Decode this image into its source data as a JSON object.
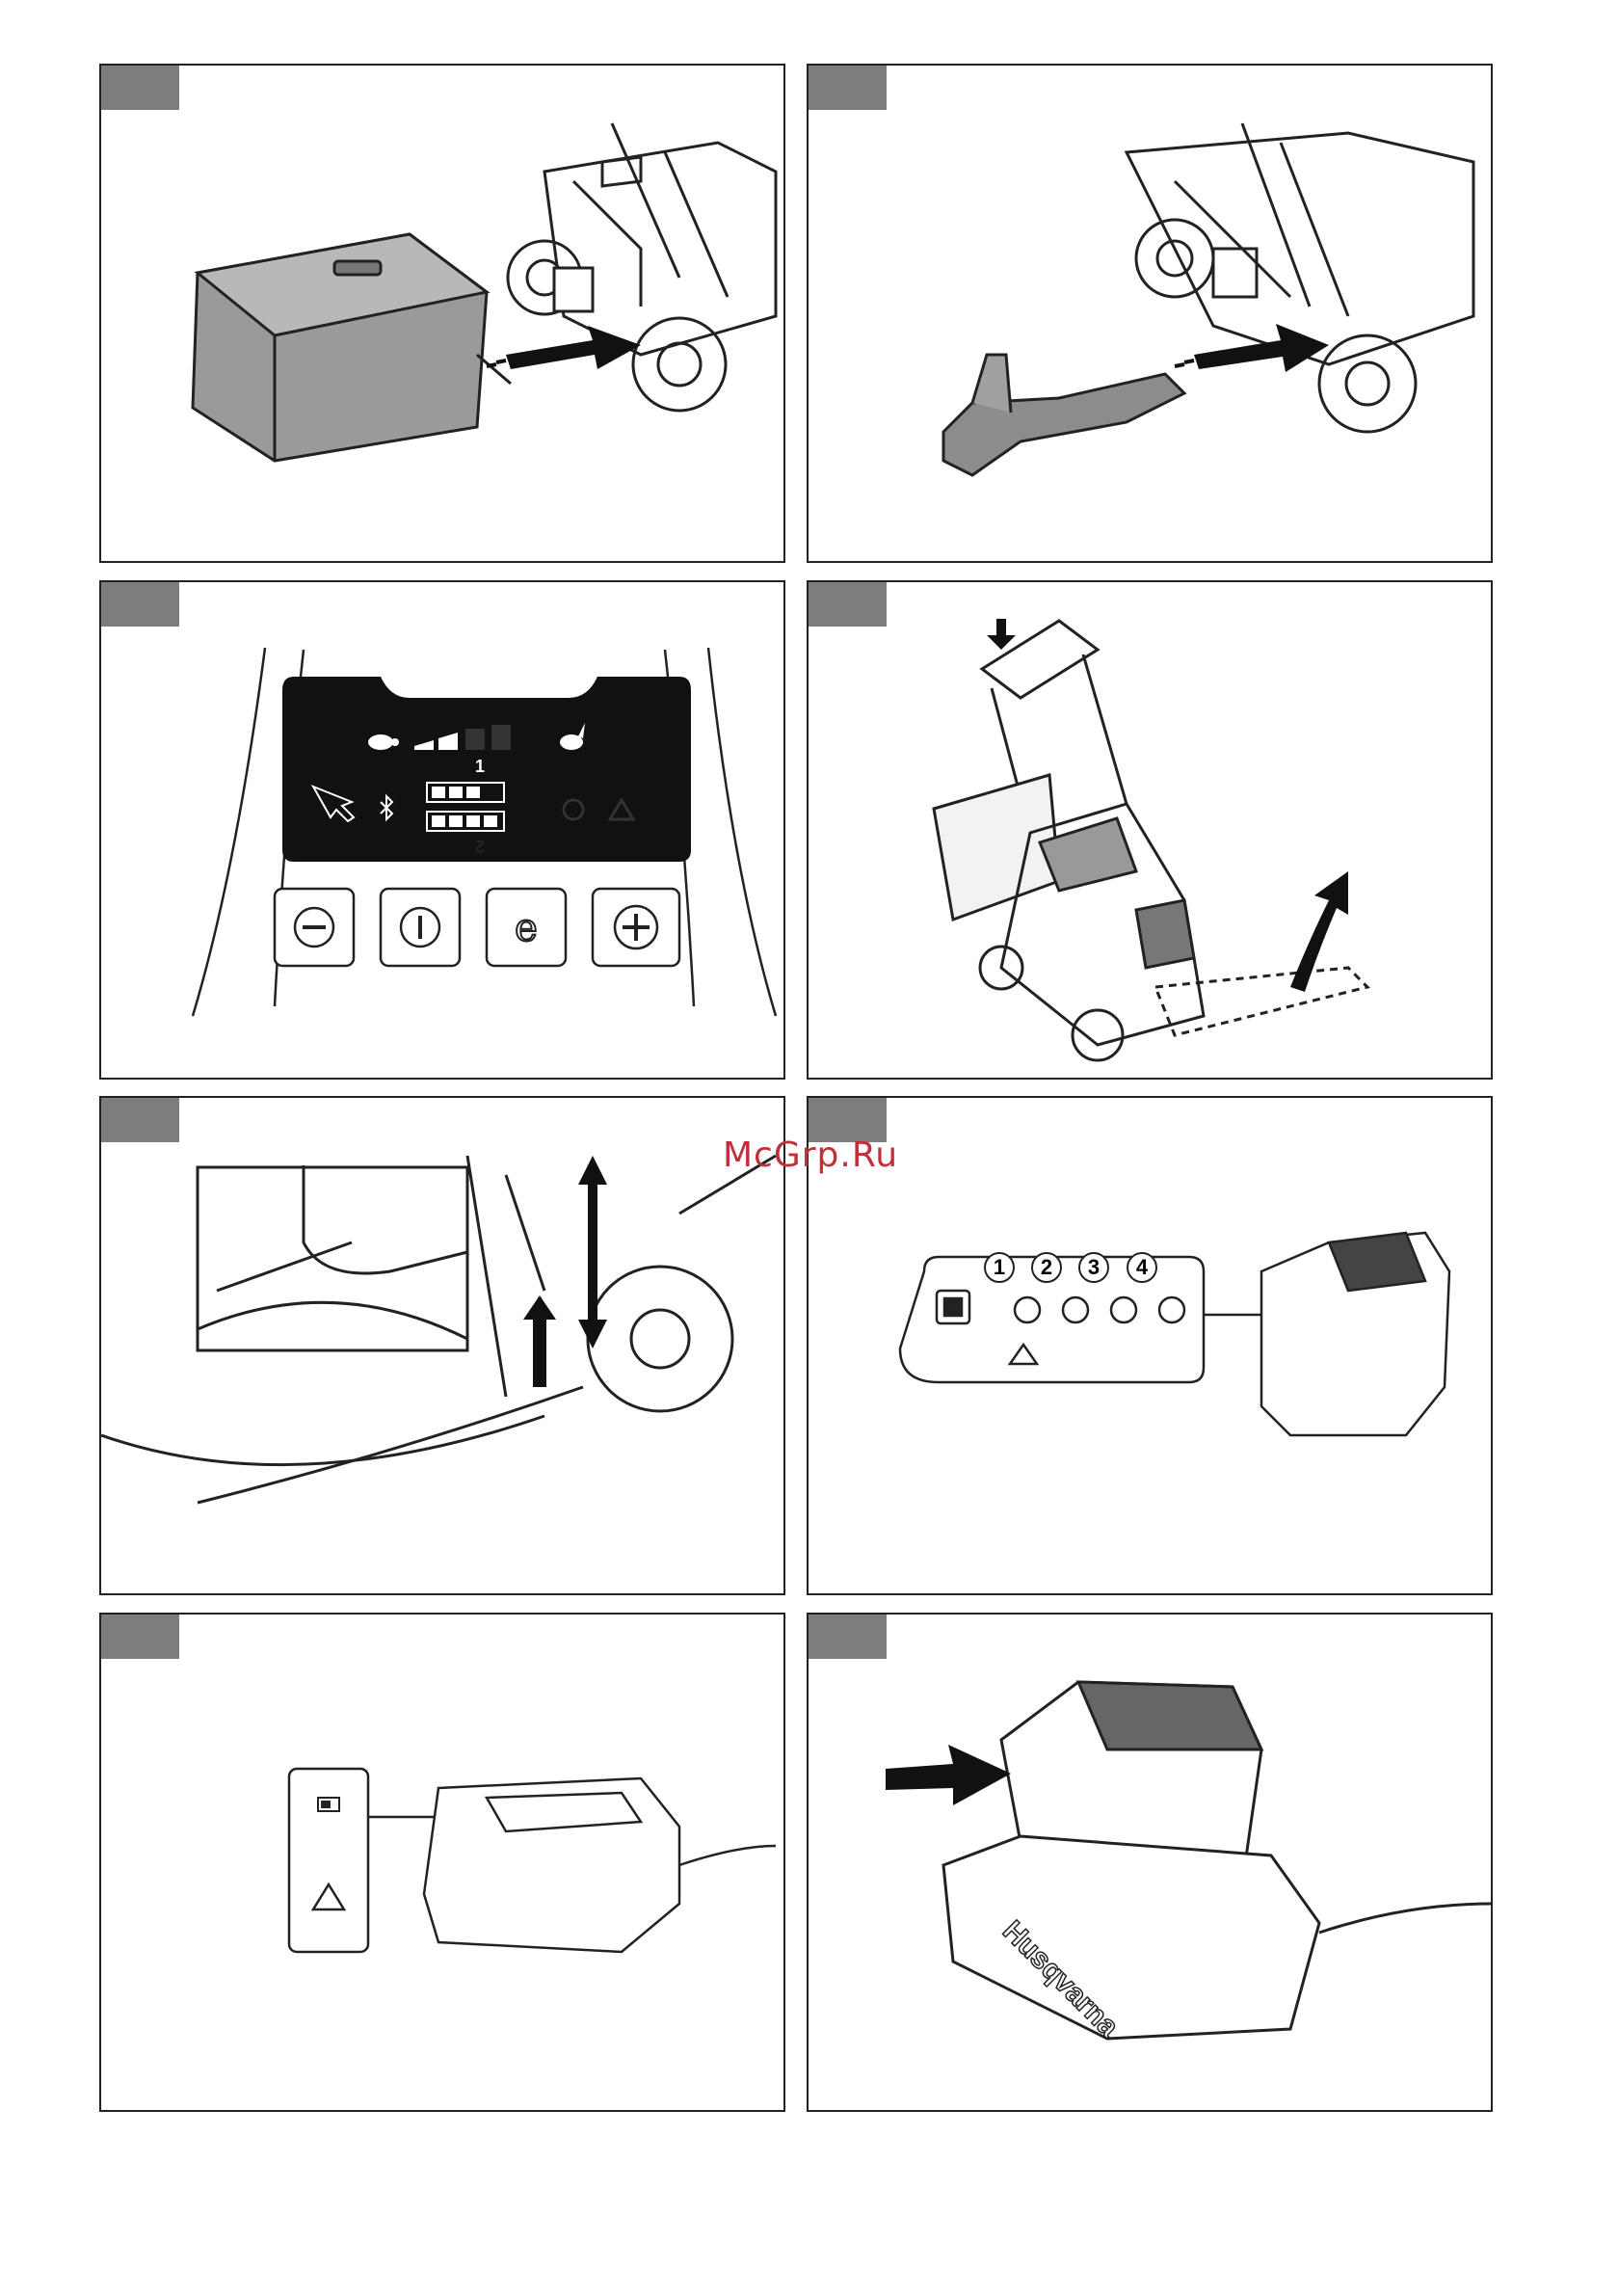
{
  "watermark": "McGrp.Ru",
  "panels": [
    {
      "id": "panel-1"
    },
    {
      "id": "panel-2"
    },
    {
      "id": "panel-3",
      "mode_label_1": "1",
      "mode_label_2": "2"
    },
    {
      "id": "panel-4"
    },
    {
      "id": "panel-5"
    },
    {
      "id": "panel-6",
      "indicators": [
        "1",
        "2",
        "3",
        "4"
      ]
    },
    {
      "id": "panel-7"
    },
    {
      "id": "panel-8",
      "brand": "Husqvarna"
    }
  ],
  "colors": {
    "border": "#222222",
    "tab": "#7d7d7d",
    "watermark": "#c0303a",
    "display": "#111111"
  },
  "icons": [
    "arrow-icon",
    "turtle-icon",
    "rabbit-icon",
    "bluetooth-icon",
    "eco-icon",
    "warning-icon",
    "minus-icon",
    "power-icon",
    "plus-icon",
    "battery-icon"
  ]
}
